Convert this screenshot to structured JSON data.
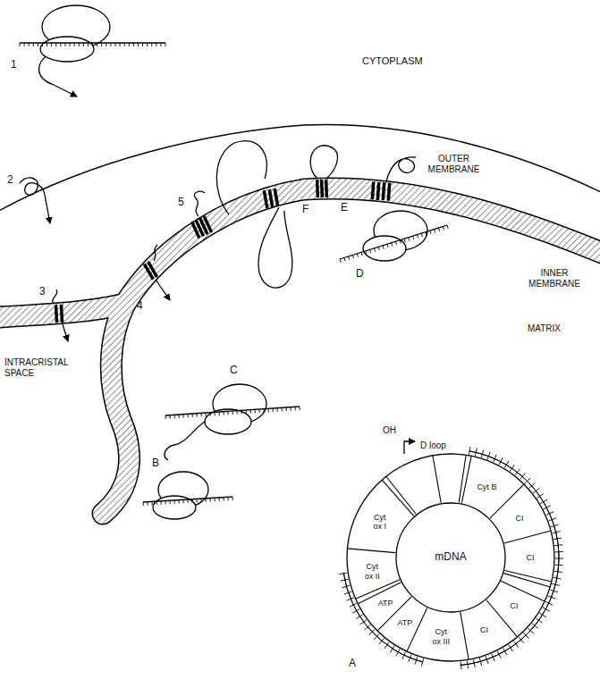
{
  "diagram": {
    "nodes": [
      {
        "text": [
          "mDNA"
        ]
      }
    ],
    "labels": [
      "CYTOPLASM",
      "OUTER MEMBRANE",
      "INTRACRISTAL SPACE",
      "INNER MEMBRANE",
      "MATRIX",
      "1",
      "2",
      "3",
      "4",
      "5",
      "F",
      "E",
      "D",
      "C",
      "B",
      "OH",
      "D loop",
      "Cyt B",
      "CI",
      "CI",
      "CI",
      "CI",
      "Cyt ox III",
      "ATP",
      "ATP",
      "Cyt ox II",
      "Cyt ox I",
      "A"
    ]
  }
}
